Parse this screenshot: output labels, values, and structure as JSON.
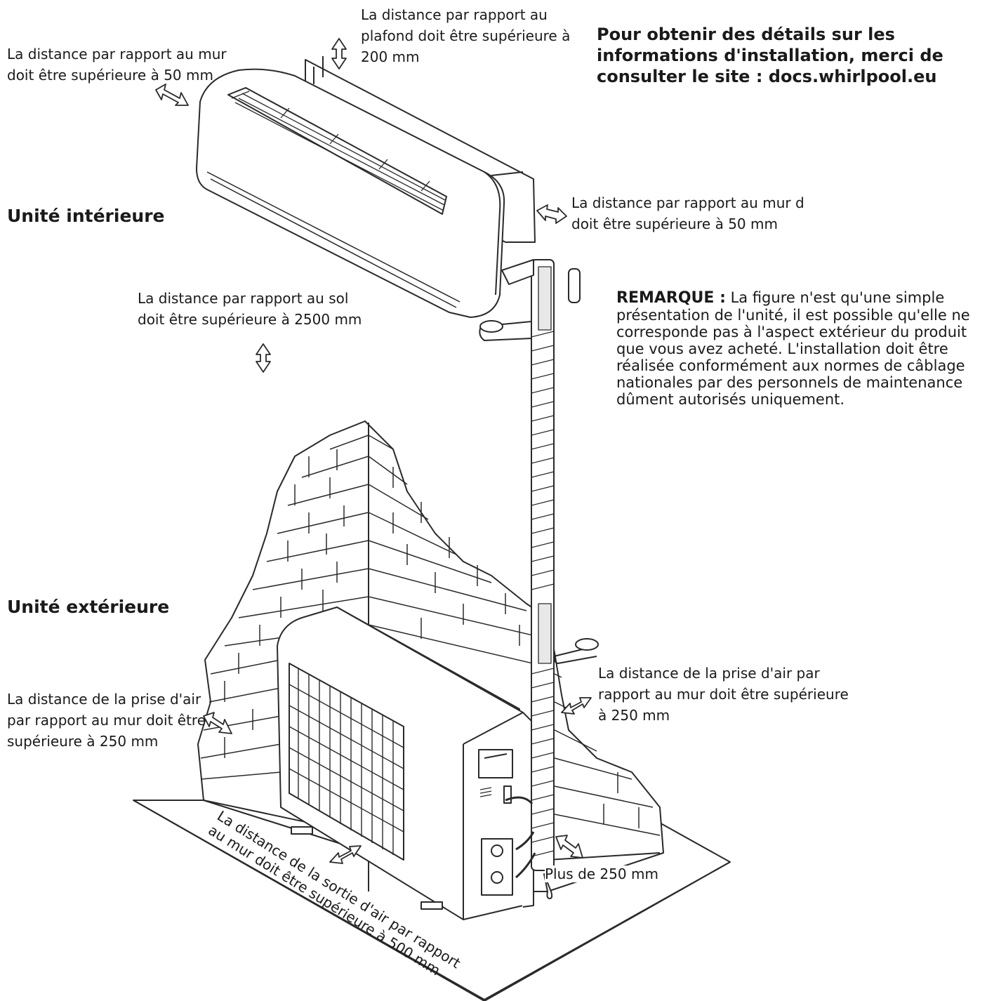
{
  "labels": {
    "wall_left_top": "La distance par rapport au mur\ndoit être supérieure à 50 mm",
    "ceiling": "La distance par rapport au\nplafond doit être supérieure à\n200 mm",
    "wall_right_top": "La distance par rapport au mur d\ndoit être supérieure à 50 mm",
    "floor": "La distance par rapport au sol\ndoit être supérieure à 2500 mm",
    "intake_left": "La distance de la prise d'air\npar rapport au mur doit être\nsupérieure à 250 mm",
    "intake_right": "La distance de la prise d'air par\nrapport au mur doit être supérieure\nà 250 mm",
    "outlet": "La distance de la sortie d'air par rapport\nau mur doit être supérieure à 500 mm",
    "more_250": "Plus de 250 mm"
  },
  "sections": {
    "indoor": "Unité intérieure",
    "outdoor": "Unité extérieure"
  },
  "info": "Pour obtenir des détails sur les\ninformations d'installation, merci de\nconsulter le site : docs.whirlpool.eu",
  "note": {
    "title": "REMARQUE :",
    "text": "La figure n'est qu'une simple présentation de l'unité, il est possible qu'elle ne corresponde pas à l'aspect extérieur du produit que vous avez acheté. L'installation doit être réalisée conformément aux normes de câblage nationales par des personnels de maintenance dûment autorisés uniquement."
  },
  "colors": {
    "line": "#2a2a2a",
    "fill": "#ffffff",
    "shade": "#e8e8e8"
  }
}
